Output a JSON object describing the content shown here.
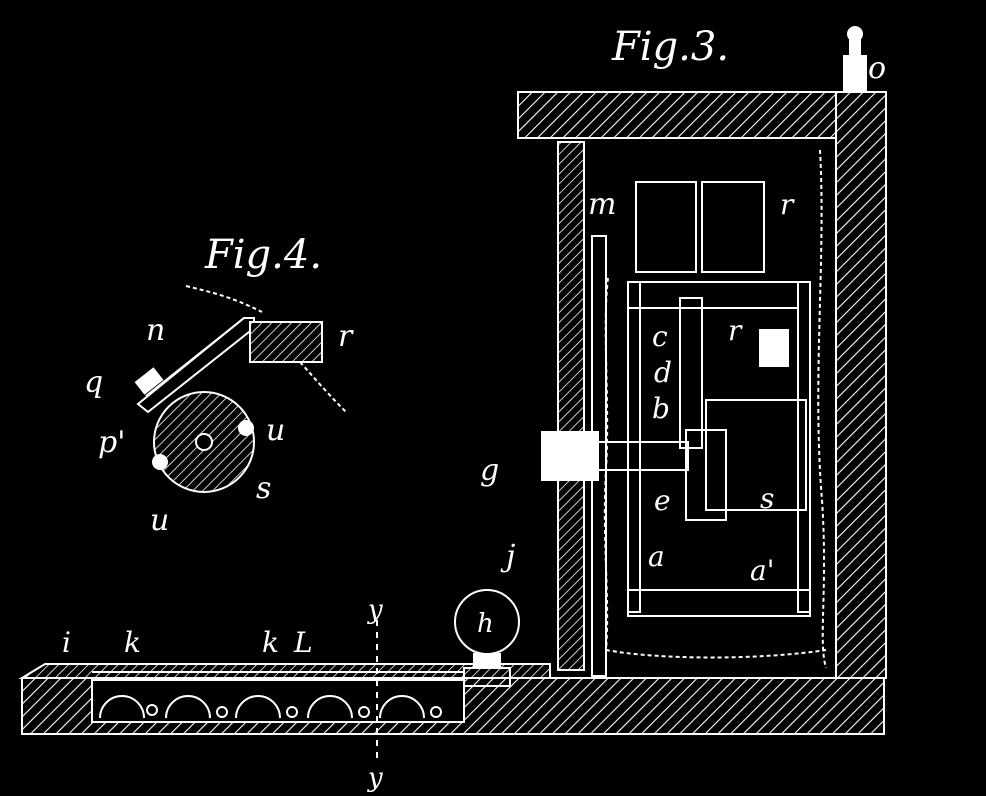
{
  "diagram": {
    "background_color": "#000000",
    "ink_color": "#ffffff",
    "figures": {
      "fig3": {
        "title": "Fig.3."
      },
      "fig4": {
        "title": "Fig.4."
      }
    },
    "labels_fig3": {
      "o": "o",
      "m": "m",
      "r_top": "r",
      "r_mid": "r",
      "c": "c",
      "d": "d",
      "b": "b",
      "g": "g",
      "e": "e",
      "s": "s",
      "j": "j",
      "a": "a",
      "a_prime": "a'",
      "h": "h",
      "i": "i",
      "k1": "k",
      "k2": "k",
      "L": "L",
      "y_top": "y",
      "y_bottom": "y"
    },
    "labels_fig4": {
      "n": "n",
      "r": "r",
      "q": "q",
      "p": "p'",
      "u_top": "u",
      "s": "s",
      "u_bottom": "u"
    }
  }
}
